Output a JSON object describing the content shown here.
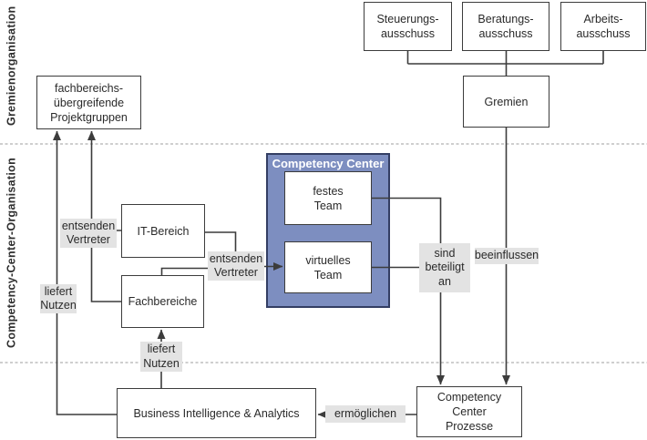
{
  "diagram": {
    "sections": {
      "top": "Gremienorganisation",
      "middle": "Competency-Center-Organisation"
    },
    "boxes": {
      "steuerungsausschuss": "Steuerungs-\nausschuss",
      "beratungsausschuss": "Beratungs-\nausschuss",
      "arbeitsausschuss": "Arbeits-\nausschuss",
      "gremien": "Gremien",
      "projektgruppen": "fachbereichs-\nübergreifende\nProjektgruppen",
      "it_bereich": "IT-Bereich",
      "fachbereiche": "Fachbereiche",
      "competency_center_title": "Competency Center",
      "festes_team": "festes\nTeam",
      "virtuelles_team": "virtuelles\nTeam",
      "bia": "Business Intelligence & Analytics",
      "cc_prozesse": "Competency\nCenter\nProzesse"
    },
    "edge_labels": {
      "entsenden_vertreter_links": "entsenden\nVertreter",
      "entsenden_vertreter_mitte": "entsenden\nVertreter",
      "liefert_nutzen_links": "liefert\nNutzen",
      "liefert_nutzen_unten": "liefert\nNutzen",
      "sind_beteiligt_an": "sind\nbeteiligt\nan",
      "beeinflussen": "beeinflussen",
      "ermoeglichen": "ermöglichen"
    },
    "colors": {
      "line": "#3c3c3c",
      "box_border": "#3c3c3c",
      "box_background": "#ffffff",
      "label_background": "#e3e3e3",
      "competency_center_fill": "#7d8ec0",
      "competency_center_border": "#333e63",
      "competency_center_title_text": "#ffffff",
      "dashed_separator": "#9c9c9c",
      "text": "#2a2a2a"
    }
  }
}
